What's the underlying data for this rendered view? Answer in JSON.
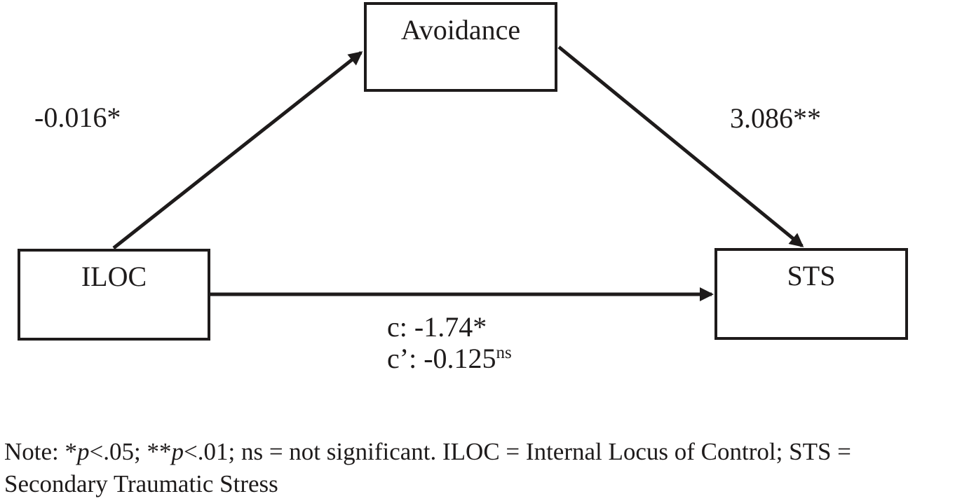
{
  "figure": {
    "nodes": [
      {
        "id": "avoidance",
        "label": "Avoidance"
      },
      {
        "id": "iloc",
        "label": "ILOC"
      },
      {
        "id": "sts",
        "label": "STS"
      }
    ],
    "paths": {
      "a_coefficient": "-0.016*",
      "b_coefficient": "3.086**",
      "c_coefficient": "c: -1.74*",
      "c_prime_coefficient": "c’: -0.125",
      "c_prime_superscript": "ns"
    }
  },
  "note": {
    "lines": [
      {
        "segments": [
          {
            "t": "Note: *",
            "i": false
          },
          {
            "t": "p",
            "i": true
          },
          {
            "t": "<.05; **",
            "i": false
          },
          {
            "t": "p",
            "i": true
          },
          {
            "t": "<.01; ns = not significant. ILOC = Internal Locus of Control; STS =",
            "i": false
          }
        ]
      },
      {
        "segments": [
          {
            "t": "Secondary Traumatic Stress",
            "i": false
          }
        ]
      }
    ]
  },
  "colors": {
    "ink": "#1e1b1b",
    "background": "#ffffff"
  }
}
